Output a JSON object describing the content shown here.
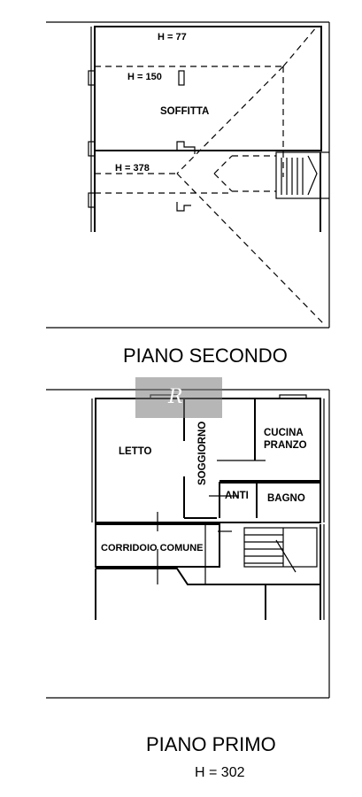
{
  "upper_floor": {
    "title": "PIANO SECONDO",
    "rooms": {
      "soffitta": "SOFFITTA"
    },
    "heights": {
      "h77": "H = 77",
      "h150": "H = 150",
      "h378": "H = 378"
    }
  },
  "lower_floor": {
    "title": "PIANO PRIMO",
    "height": "H = 302",
    "rooms": {
      "letto": "LETTO",
      "soggiorno": "SOGGIORNO",
      "cucina_line1": "CUCINA",
      "cucina_line2": "PRANZO",
      "anti": "ANTI",
      "bagno": "BAGNO",
      "corridoio": "CORRIDOIO COMUNE"
    }
  },
  "watermark": {
    "logo": "R",
    "tagline": ""
  }
}
